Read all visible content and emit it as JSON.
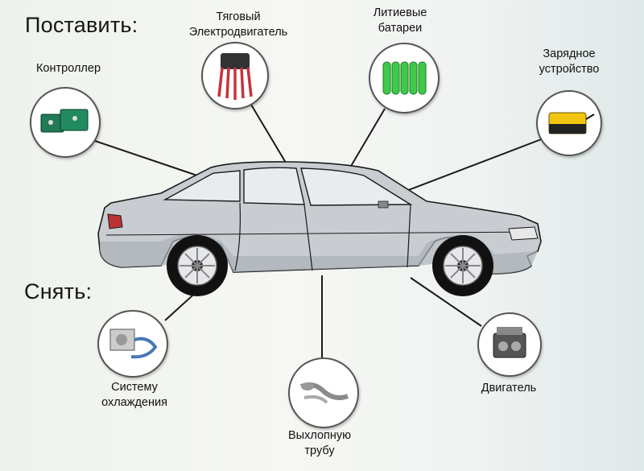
{
  "headings": {
    "install": "Поставить:",
    "remove": "Снять:"
  },
  "install_items": [
    {
      "label": "Контроллер",
      "icon": "controller-icon"
    },
    {
      "label": "Тяговый\nЭлектродвигатель",
      "icon": "traction-motor-icon"
    },
    {
      "label": "Литиевые\nбатареи",
      "icon": "lithium-battery-icon"
    },
    {
      "label": "Зарядное\nустройство",
      "icon": "charger-icon"
    }
  ],
  "remove_items": [
    {
      "label": "Систему\nохлаждения",
      "icon": "cooling-system-icon"
    },
    {
      "label": "Выхлопную\nтрубу",
      "icon": "exhaust-pipe-icon"
    },
    {
      "label": "Двигатель",
      "icon": "engine-icon"
    }
  ],
  "colors": {
    "car_body": "#c9cdd2",
    "line": "#1a1a1a",
    "battery_green": "#3fc94a",
    "charger_yellow": "#f2c511",
    "controller_green": "#1f7a55",
    "motor_red": "#c8323c"
  }
}
